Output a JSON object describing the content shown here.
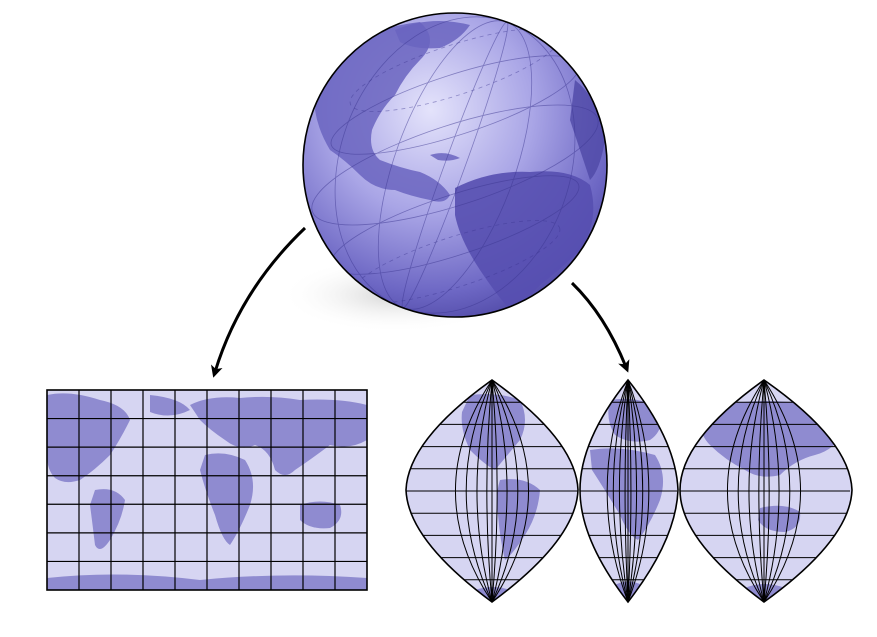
{
  "diagram": {
    "globe": {
      "name": "globe",
      "projection": "orthographic"
    },
    "flat_map": {
      "name": "rectangular-projection-map",
      "graticule_columns": 10,
      "graticule_rows": 7
    },
    "lobed_map": {
      "name": "interrupted-projection-map",
      "lobes": 3
    },
    "arrows": [
      {
        "from": "globe",
        "to": "rectangular-projection-map"
      },
      {
        "from": "globe",
        "to": "interrupted-projection-map"
      }
    ]
  },
  "colors": {
    "background": "#ffffff",
    "ocean": "#d6d5f2",
    "land": "#8f8bd0",
    "globe_dark": "#4f48a6",
    "globe_mid": "#8d88dc",
    "globe_light": "#dcdcf8",
    "outline": "#000000",
    "shadow": "#d8d8d8"
  }
}
